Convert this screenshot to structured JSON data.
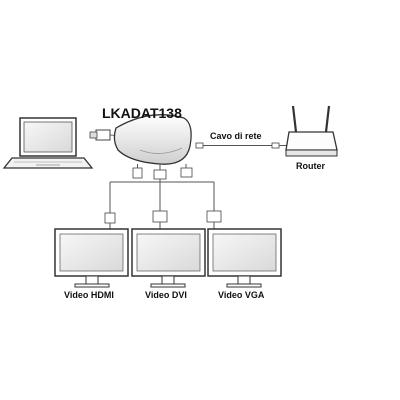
{
  "device": {
    "model": "LKADAT138"
  },
  "labels": {
    "network_cable": "Cavo di rete",
    "router": "Router",
    "hdmi": "Video HDMI",
    "dvi": "Video DVI",
    "vga": "Video VGA"
  },
  "icons": [
    "laptop-icon",
    "adapter-icon",
    "router-icon",
    "monitor-icon"
  ]
}
